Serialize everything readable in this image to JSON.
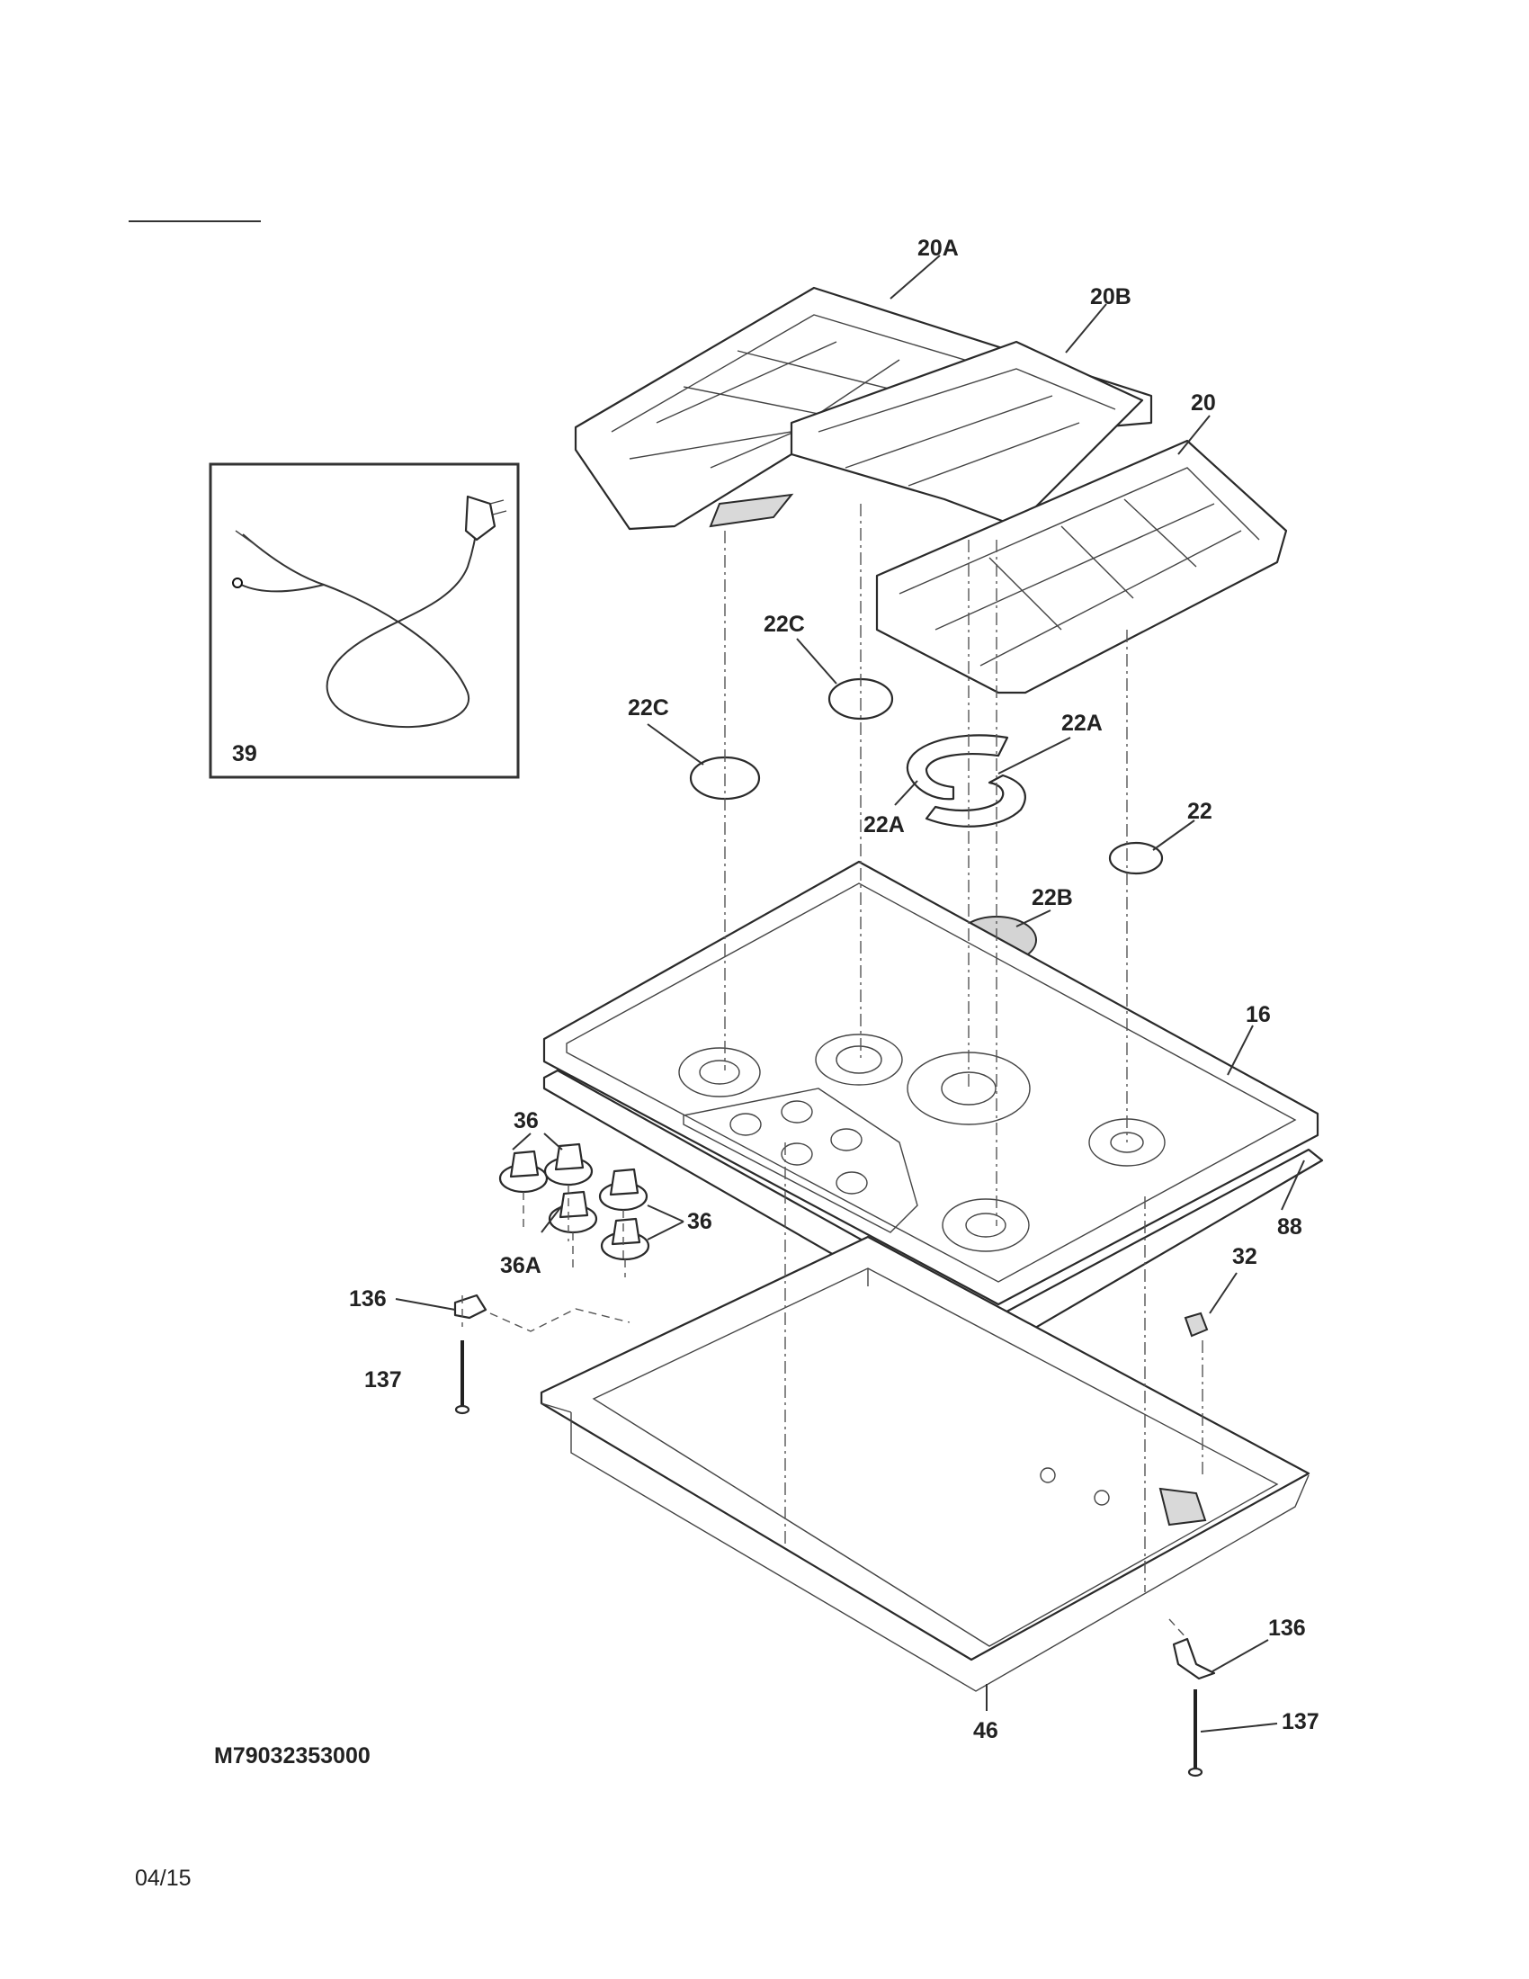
{
  "diagram": {
    "model_number": "M79032353000",
    "date_code": "04/15",
    "inset_label": "39",
    "callouts": {
      "grate_left": "20A",
      "grate_center": "20B",
      "grate_right": "20",
      "cap_22c_center": "22C",
      "cap_22c_left": "22C",
      "ring_22a_upper": "22A",
      "ring_22a_lower": "22A",
      "cap_22": "22",
      "cap_22b": "22B",
      "cooktop_16": "16",
      "gasket_88": "88",
      "knobs_36_top": "36",
      "knobs_36_right": "36",
      "knob_36a": "36A",
      "clip_136_left": "136",
      "screw_137_left": "137",
      "part_32": "32",
      "burner_box_46": "46",
      "clip_136_right": "136",
      "screw_137_right": "137"
    }
  }
}
